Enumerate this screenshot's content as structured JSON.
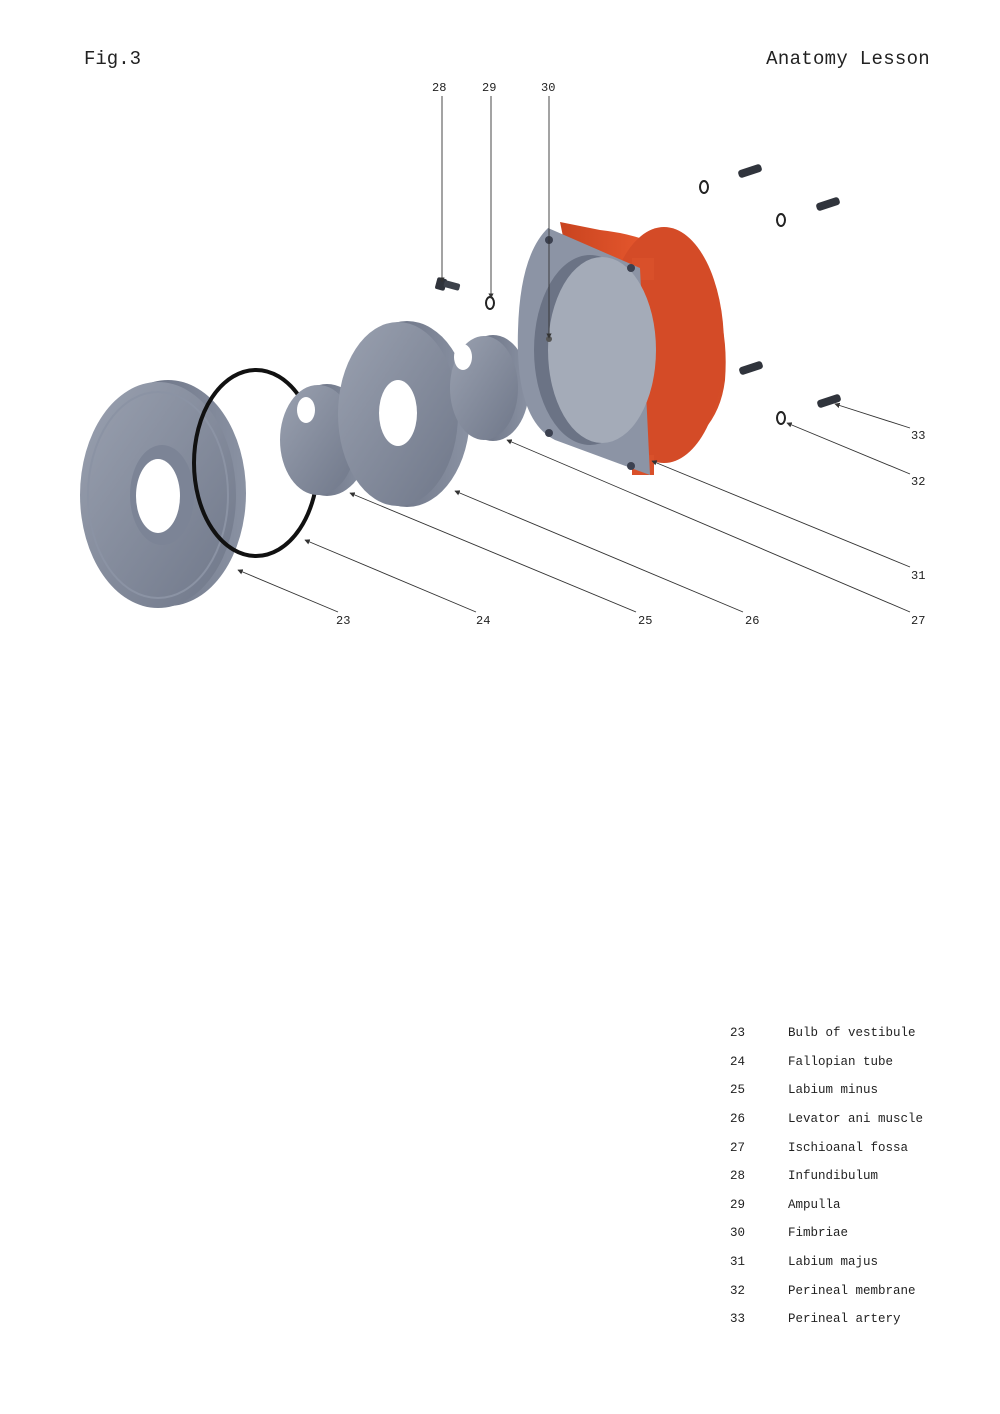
{
  "header": {
    "fig_label": "Fig.3",
    "title": "Anatomy Lesson"
  },
  "colors": {
    "part_grey": "#7d8597",
    "housing_orange": "#e4552c",
    "oring": "#111111",
    "leader": "#333333"
  },
  "callouts": [
    "23",
    "24",
    "25",
    "26",
    "27",
    "28",
    "29",
    "30",
    "31",
    "32",
    "33"
  ],
  "legend": [
    {
      "num": "23",
      "name": "Bulb of vestibule"
    },
    {
      "num": "24",
      "name": "Fallopian tube"
    },
    {
      "num": "25",
      "name": "Labium minus"
    },
    {
      "num": "26",
      "name": "Levator ani muscle"
    },
    {
      "num": "27",
      "name": "Ischioanal fossa"
    },
    {
      "num": "28",
      "name": "Infundibulum"
    },
    {
      "num": "29",
      "name": "Ampulla"
    },
    {
      "num": "30",
      "name": "Fimbriae"
    },
    {
      "num": "31",
      "name": "Labium majus"
    },
    {
      "num": "32",
      "name": "Perineal membrane"
    },
    {
      "num": "33",
      "name": "Perineal artery"
    }
  ]
}
